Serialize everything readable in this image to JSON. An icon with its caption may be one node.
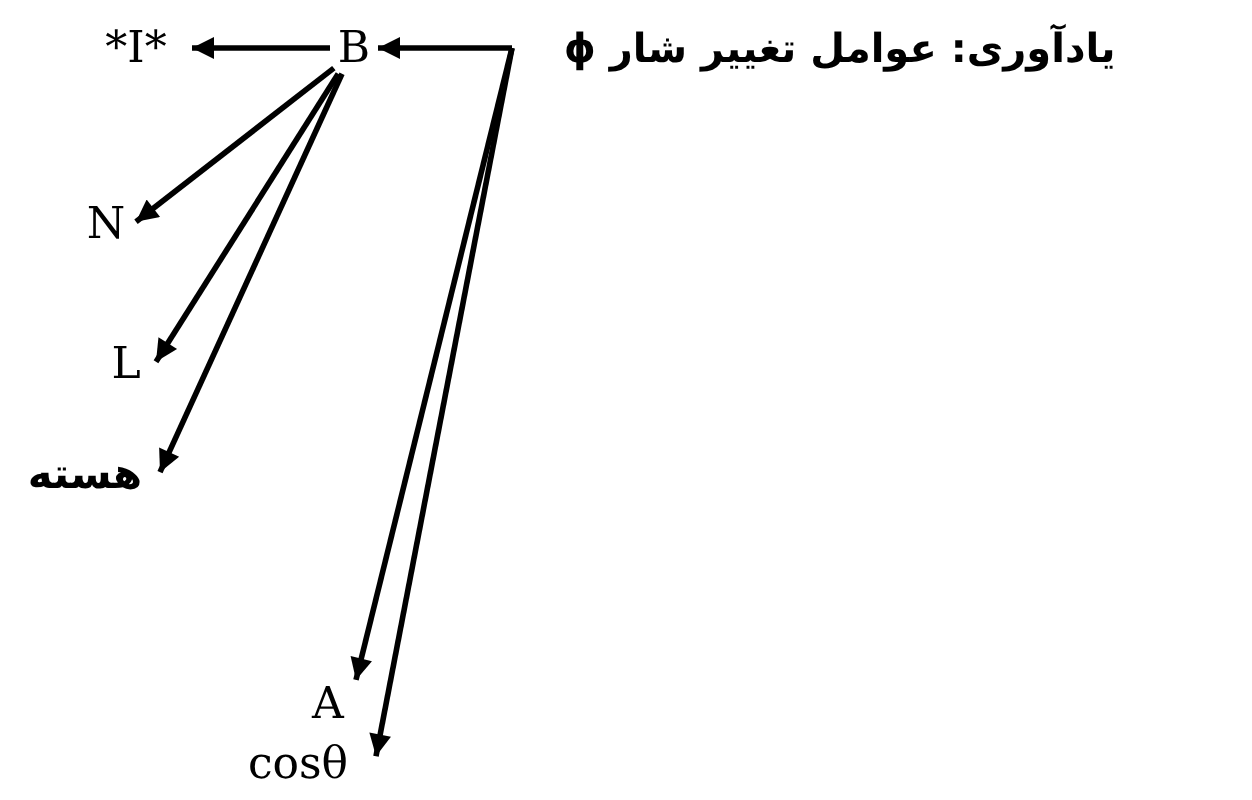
{
  "diagram": {
    "nodes": [
      {
        "text": [
          "یادآوری: عوامل تغییر شار ϕ"
        ]
      },
      {
        "text": [
          "B"
        ]
      },
      {
        "text": [
          "*I*"
        ]
      },
      {
        "text": [
          "N"
        ]
      },
      {
        "text": [
          "L"
        ]
      },
      {
        "text": [
          "هسته"
        ]
      },
      {
        "text": [
          "A"
        ]
      },
      {
        "text": [
          "cosθ"
        ]
      }
    ],
    "edges": [
      {
        "from": 0,
        "to": 1,
        "arrow": "to"
      },
      {
        "from": 0,
        "to": 6,
        "arrow": "to"
      },
      {
        "from": 0,
        "to": 7,
        "arrow": "to"
      },
      {
        "from": 1,
        "to": 2,
        "arrow": "to"
      },
      {
        "from": 1,
        "to": 3,
        "arrow": "to"
      },
      {
        "from": 1,
        "to": 4,
        "arrow": "to"
      },
      {
        "from": 1,
        "to": 5,
        "arrow": "to"
      }
    ]
  }
}
